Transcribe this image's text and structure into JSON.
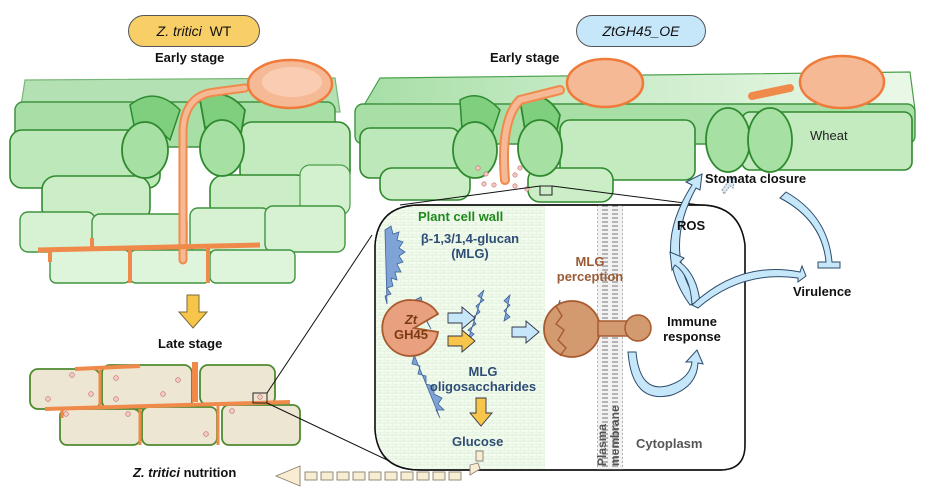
{
  "header": {
    "wt_badge": {
      "species": "Z. tritici",
      "strain": "WT",
      "color": "#f8cf66"
    },
    "oe_badge": {
      "label": "ZtGH45_OE",
      "color": "#c6e6fa"
    }
  },
  "left_panel": {
    "early_stage_label": "Early stage",
    "late_stage_label": "Late stage",
    "nutrition_label": {
      "species": "Z. tritici",
      "rest": "nutrition"
    }
  },
  "right_panel": {
    "early_stage_label": "Early stage",
    "wheat_label": "Wheat",
    "stomata_closure_label": "Stomata closure",
    "ros_label": "ROS",
    "virulence_label": "Virulence"
  },
  "inset": {
    "cell_wall_label": "Plant cell wall",
    "glucan_label_line1": "β-1,3/1,4-glucan",
    "glucan_label_line2": "(MLG)",
    "enzyme_label_line1": "Zt",
    "enzyme_label_line2": "GH45",
    "oligo_label_line1": "MLG",
    "oligo_label_line2": "oligosaccharides",
    "glucose_label": "Glucose",
    "perception_label_line1": "MLG",
    "perception_label_line2": "perception",
    "membrane_label_line1": "Plasma",
    "membrane_label_line2": "membrane",
    "immune_label_line1": "Immune",
    "immune_label_line2": "response",
    "cytoplasm_label": "Cytoplasm"
  },
  "colors": {
    "cell_green": "#5cbf5c",
    "cell_green_light": "#c9ecc4",
    "hypha_orange": "#f08a4b",
    "hypha_fill": "#f6b996",
    "late_cell_fill": "#ede6d2",
    "arrow_blue": "#c6e6fa",
    "arrow_yellow": "#f8c54b",
    "glucan_blue": "#6a8fc7",
    "receptor_brown": "#d39a6f",
    "text_blue": "#2e4d75",
    "text_green": "#1e8a1e",
    "text_brown": "#9a5b34"
  }
}
